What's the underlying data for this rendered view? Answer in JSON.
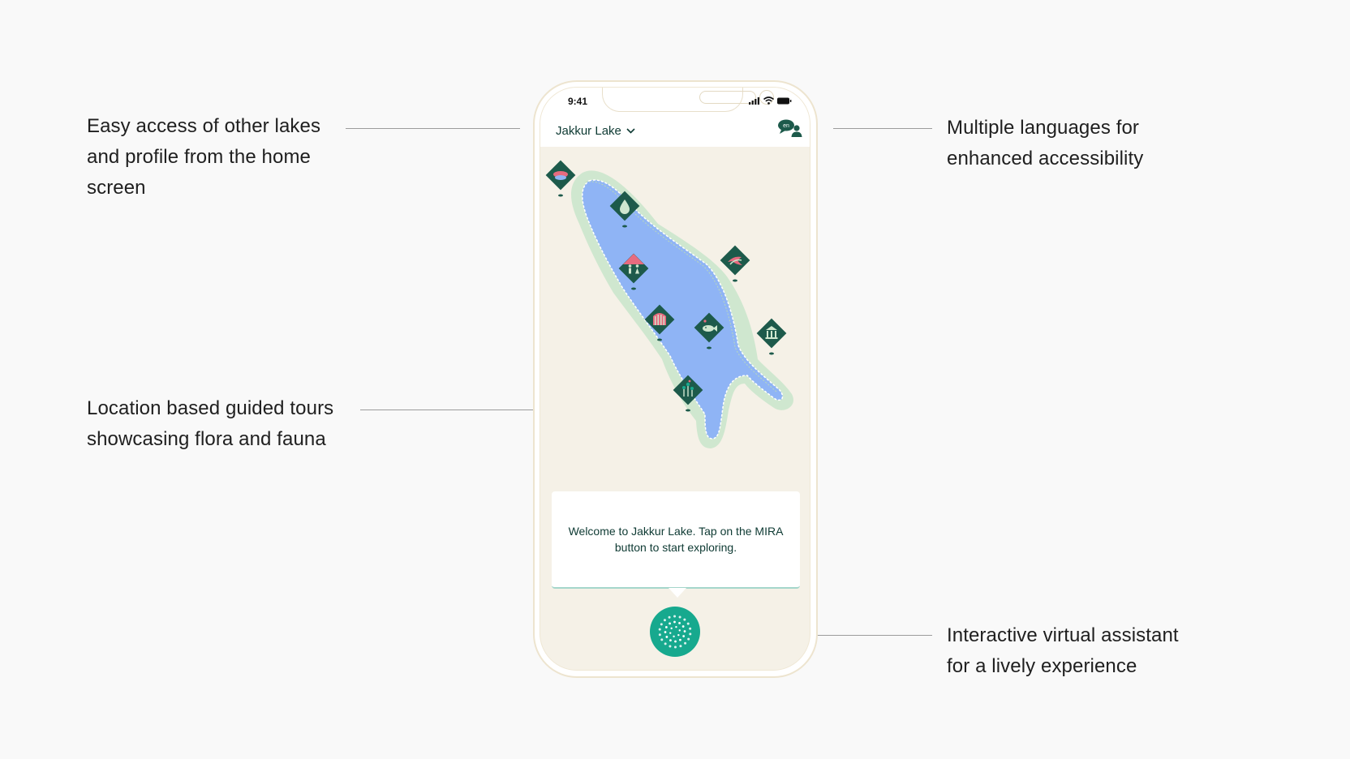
{
  "callouts": {
    "home_access": [
      "Easy access of other lakes",
      "and profile from the home",
      "screen"
    ],
    "tours": [
      "Location based guided tours",
      "showcasing flora and fauna"
    ],
    "languages": [
      "Multiple languages for",
      "enhanced accessibility"
    ],
    "assistant": [
      "Interactive virtual assistant",
      "for a lively experience"
    ]
  },
  "phone": {
    "status_time": "9:41",
    "lake_selector": "Jakkur Lake",
    "language_badge": "en",
    "welcome_message": "Welcome to Jakkur Lake. Tap on the MIRA button to start exploring."
  },
  "colors": {
    "lake_water": "#8fb4f5",
    "lake_shore": "#cfe7cf",
    "marker": "#1d5a4b",
    "marker_accent": "#e76b7f",
    "mira_button": "#17a98e",
    "map_background": "#f5f1e7"
  },
  "map_markers": [
    "lakes-marker-icon",
    "water-drop-marker-icon",
    "restroom-marker-icon",
    "bird-marker-icon",
    "gate-marker-icon",
    "fish-marker-icon",
    "temple-marker-icon",
    "plants-marker-icon"
  ]
}
